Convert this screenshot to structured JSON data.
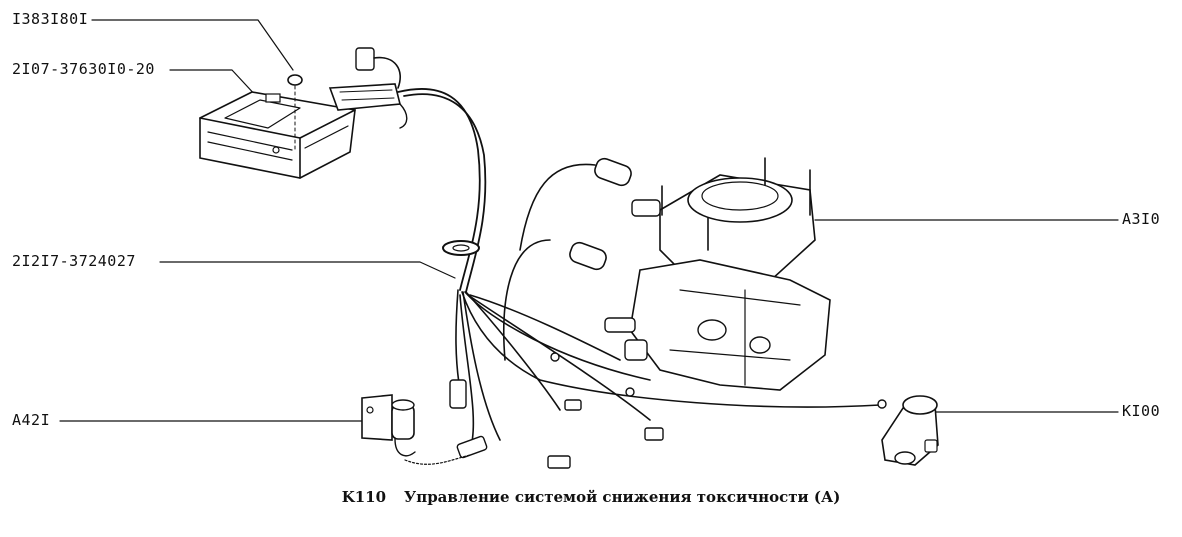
{
  "labels": {
    "part_1": "I383I80I",
    "part_2": "2I07-37630I0-20",
    "part_3": "2I2I7-3724027",
    "part_4": "A42I",
    "part_5": "A3I0",
    "part_6": "KI00"
  },
  "caption": {
    "code": "K110",
    "title": "Управление системой снижения токсичности (А)"
  }
}
